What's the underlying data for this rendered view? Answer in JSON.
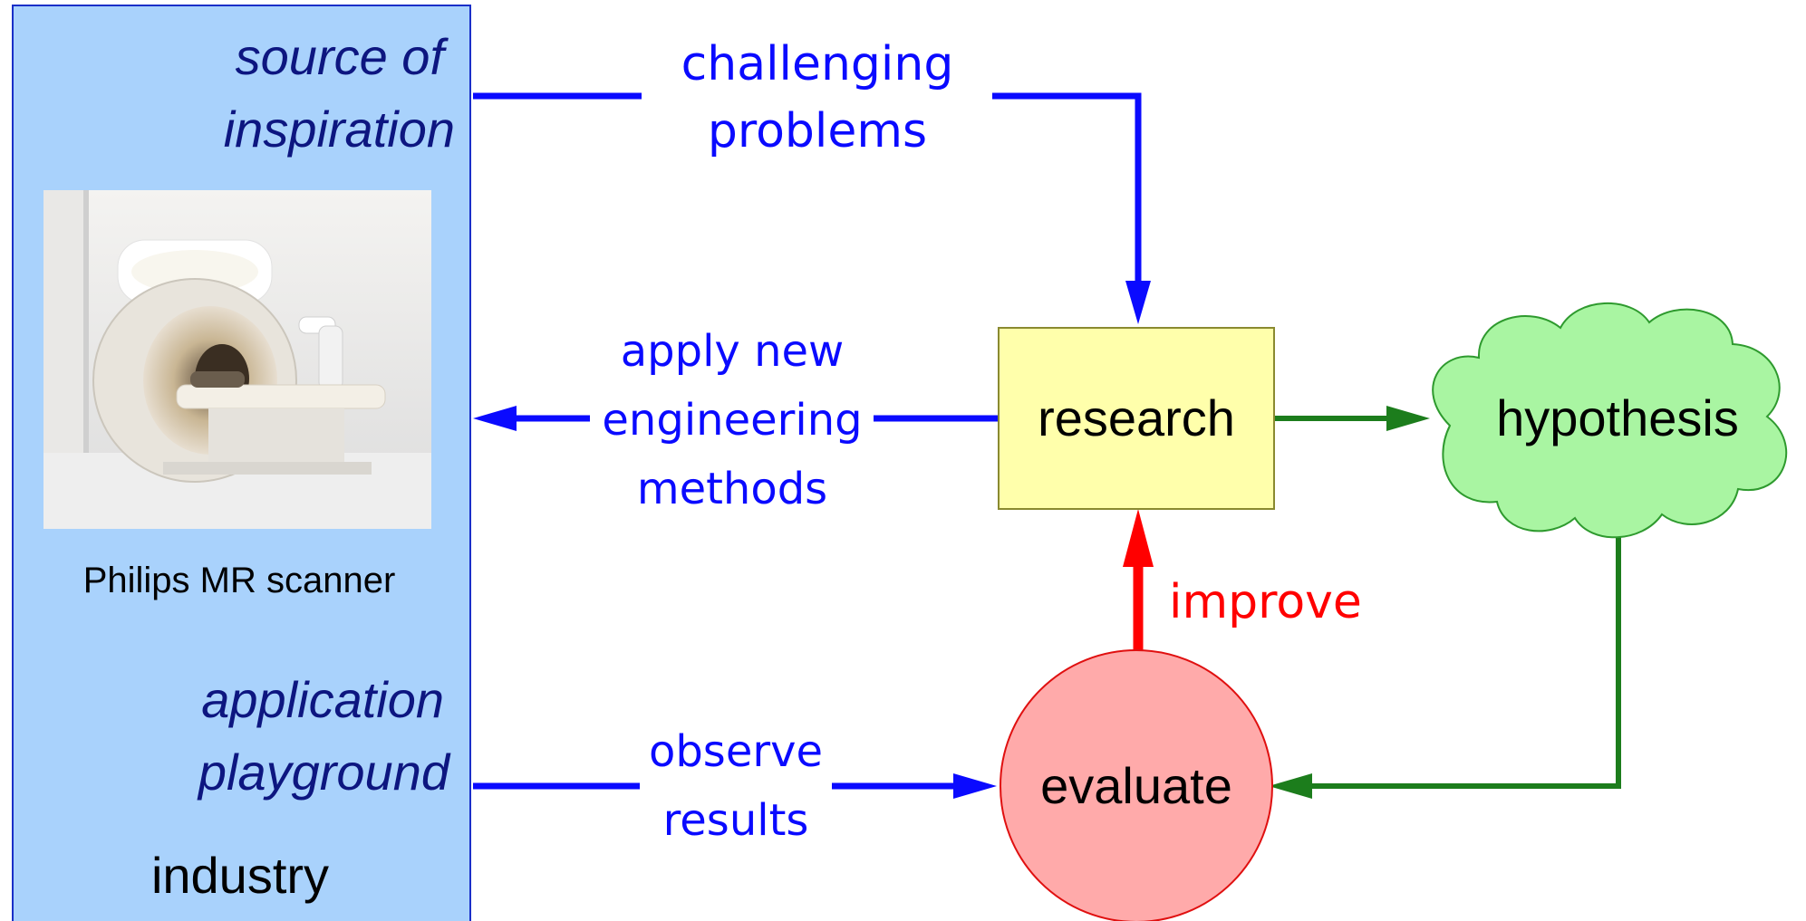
{
  "industry_panel": {
    "source_line1": "source of",
    "source_line2": "inspiration",
    "photo_caption": "Philips MR scanner",
    "application_line1": "application",
    "application_line2": "playground",
    "industry_label": "industry"
  },
  "nodes": {
    "research": "research",
    "hypothesis": "hypothesis",
    "evaluate": "evaluate"
  },
  "edge_labels": {
    "challenging_line1": "challenging",
    "challenging_line2": "problems",
    "apply_line1": "apply new",
    "apply_line2": "engineering",
    "apply_line3": "methods",
    "observe_line1": "observe",
    "observe_line2": "results",
    "improve": "improve"
  },
  "colors": {
    "panel_fill": "#a9d2fc",
    "panel_border": "#1a2fc8",
    "industry_text": "#0d1680",
    "blue_arrow": "#0a0aff",
    "green_arrow": "#1c7d1c",
    "red_arrow": "#ff0000",
    "research_fill": "#ffffab",
    "research_border": "#8a8a30",
    "hypothesis_fill": "#a9f5a2",
    "hypothesis_border": "#2e9a2e",
    "evaluate_fill": "#ffaaaa",
    "evaluate_border": "#e01010"
  }
}
